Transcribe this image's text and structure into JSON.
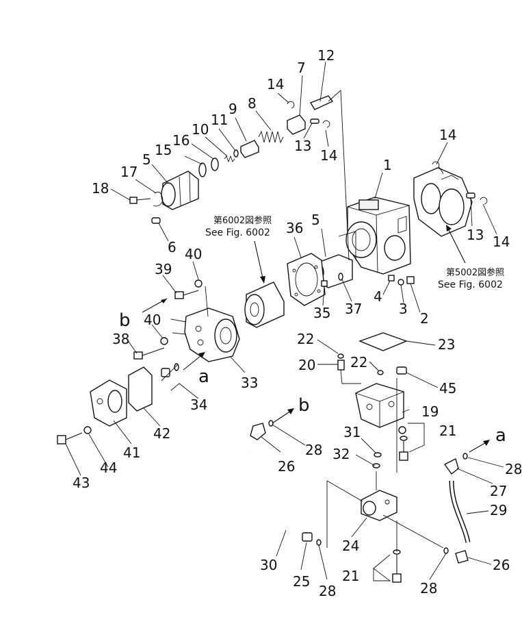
{
  "part_numbers": [
    "1",
    "2",
    "3",
    "4",
    "5",
    "5",
    "6",
    "7",
    "8",
    "9",
    "10",
    "11",
    "12",
    "13",
    "13",
    "14",
    "14",
    "14",
    "14",
    "15",
    "16",
    "17",
    "18",
    "19",
    "20",
    "21",
    "21",
    "22",
    "22",
    "23",
    "24",
    "25",
    "26",
    "26",
    "27",
    "28",
    "28",
    "28",
    "28",
    "29",
    "30",
    "31",
    "32",
    "33",
    "34",
    "35",
    "36",
    "37",
    "38",
    "39",
    "40",
    "40",
    "41",
    "42",
    "43",
    "44",
    "45"
  ],
  "letters": [
    "a",
    "a",
    "b",
    "b"
  ],
  "notes": {
    "ref_left_jp": "第6002図参照",
    "ref_left_en": "See Fig. 6002",
    "ref_right_jp": "第5002図参照",
    "ref_right_en": "See Fig. 6002"
  }
}
